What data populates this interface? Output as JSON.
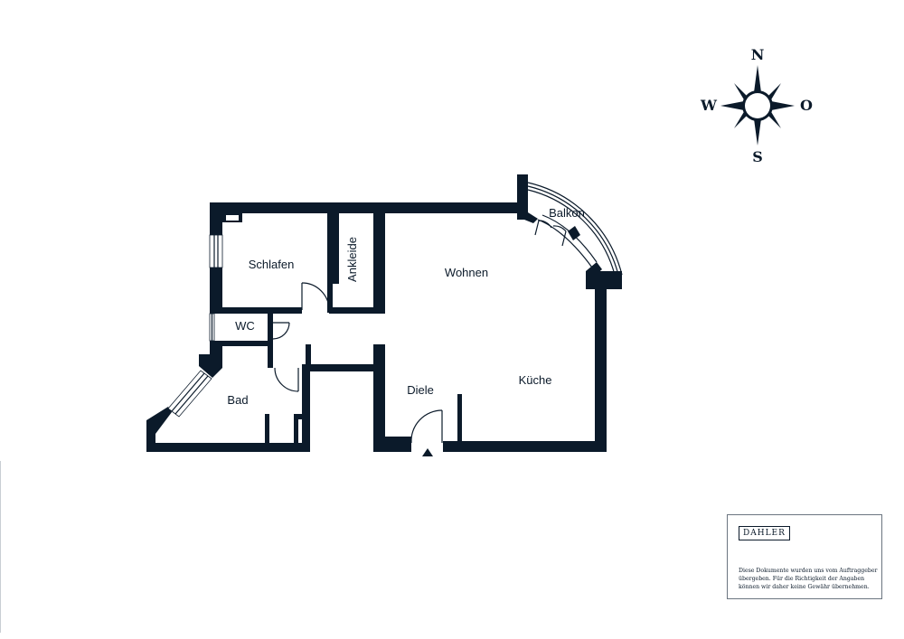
{
  "rooms": {
    "schlafen": "Schlafen",
    "ankleide": "Ankleide",
    "wohnen": "Wohnen",
    "balkon": "Balkon",
    "wc": "WC",
    "bad": "Bad",
    "diele": "Diele",
    "kueche": "Küche"
  },
  "compass": {
    "north": "N",
    "south": "S",
    "west": "W",
    "east": "O"
  },
  "info_box": {
    "logo": "DAHLER",
    "disclaimer": "Diese Dokumente wurden uns vom Auftraggeber übergeben. Für die Richtigkeit der Angaben können wir daher keine Gewähr übernehmen."
  },
  "colors": {
    "wall": "#0b1a2a",
    "background": "#ffffff",
    "box_border": "#6b7580"
  }
}
